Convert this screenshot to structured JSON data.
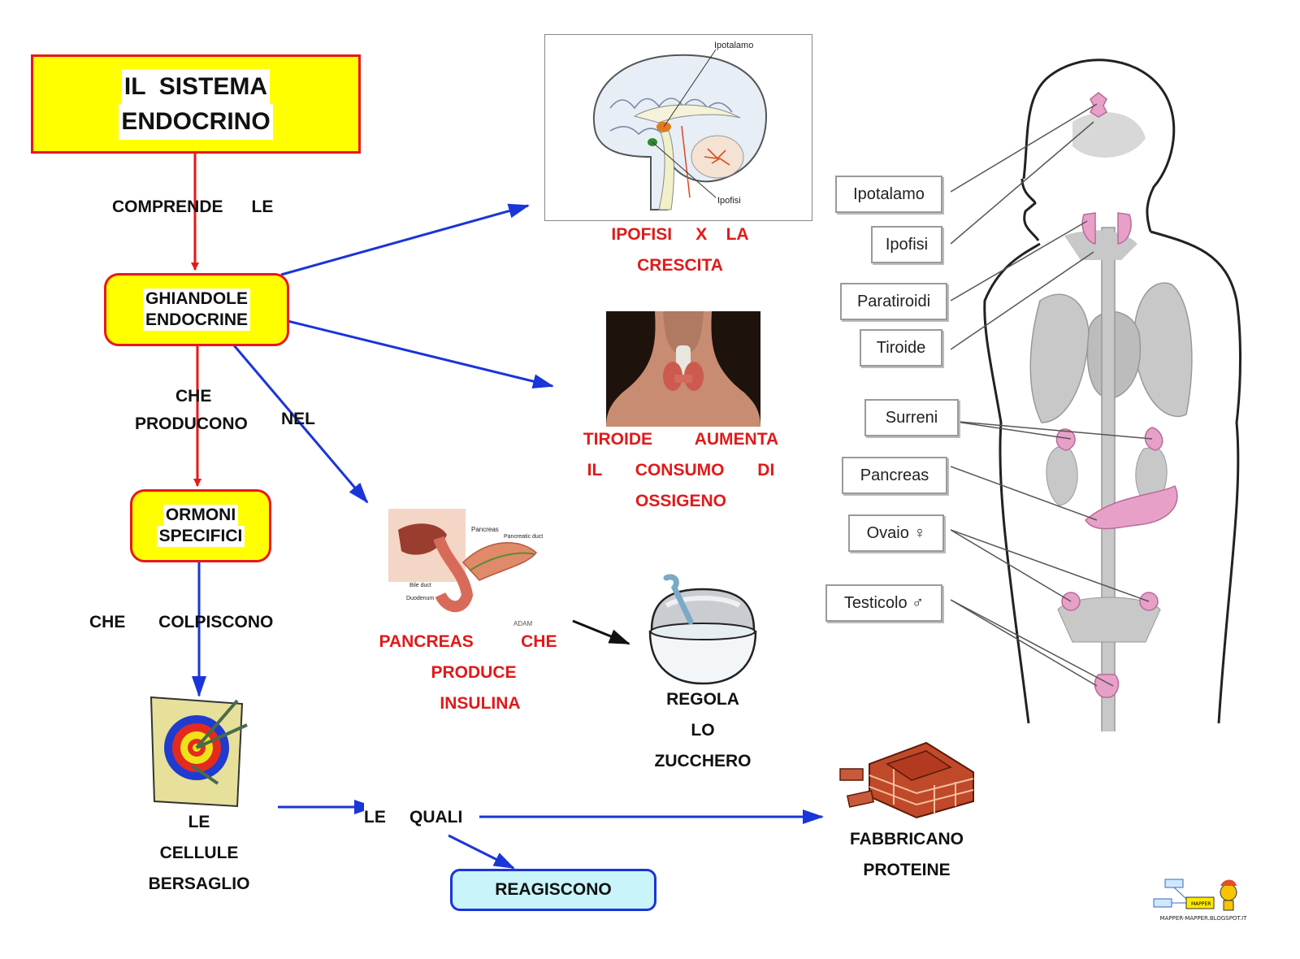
{
  "title": {
    "line1": "IL  SISTEMA",
    "line2": "ENDOCRINO"
  },
  "concepts": {
    "glands": {
      "line1": "GHIANDOLE",
      "line2": "ENDOCRINE"
    },
    "hormones": {
      "line1": "ORMONI",
      "line2": "SPECIFICI"
    },
    "reagiscono": "REAGISCONO"
  },
  "links": {
    "comprende": "COMPRENDE      LE",
    "che": "CHE",
    "producono": "PRODUCONO",
    "nel": "NEL",
    "che_colpiscono": "CHE       COLPISCONO",
    "le_quali": "LE     QUALI"
  },
  "nodes": {
    "ipofisi": [
      "IPOFISI     X    LA",
      "CRESCITA"
    ],
    "tiroide": [
      "TIROIDE         AUMENTA",
      "IL       CONSUMO       DI",
      "OSSIGENO"
    ],
    "pancreas": [
      "PANCREAS          CHE",
      "PRODUCE",
      "INSULINA"
    ],
    "regola": [
      "REGOLA",
      "LO",
      "ZUCCHERO"
    ],
    "cellule": [
      "LE",
      "CELLULE",
      "BERSAGLIO"
    ],
    "fabbricano": [
      "FABBRICANO",
      "PROTEINE"
    ]
  },
  "brain_labels": {
    "top": "Ipotalamo",
    "bottom": "Ipofisi"
  },
  "pancreas_labels": {
    "pancreas": "Pancreas",
    "duct": "Pancreatic duct",
    "bile": "Bile duct",
    "duodenum": "Duodenum",
    "brand": "ADAM"
  },
  "body_tags": [
    "Ipotalamo",
    "Ipofisi",
    "Paratiroidi",
    "Tiroide",
    "Surreni",
    "Pancreas",
    "Ovaio ♀",
    "Testicolo ♂"
  ],
  "logo": {
    "name": "MAPPER",
    "url": "MAPPER-MAPPER.BLOGSPOT.IT"
  },
  "colors": {
    "red_text": "#e01a1a",
    "red_arrow": "#e81818",
    "blue_arrow": "#1a35d8",
    "box_yellow": "#ffff00",
    "box_cyan": "#c8f4fa",
    "organ_pink": "#e7a0c8"
  }
}
